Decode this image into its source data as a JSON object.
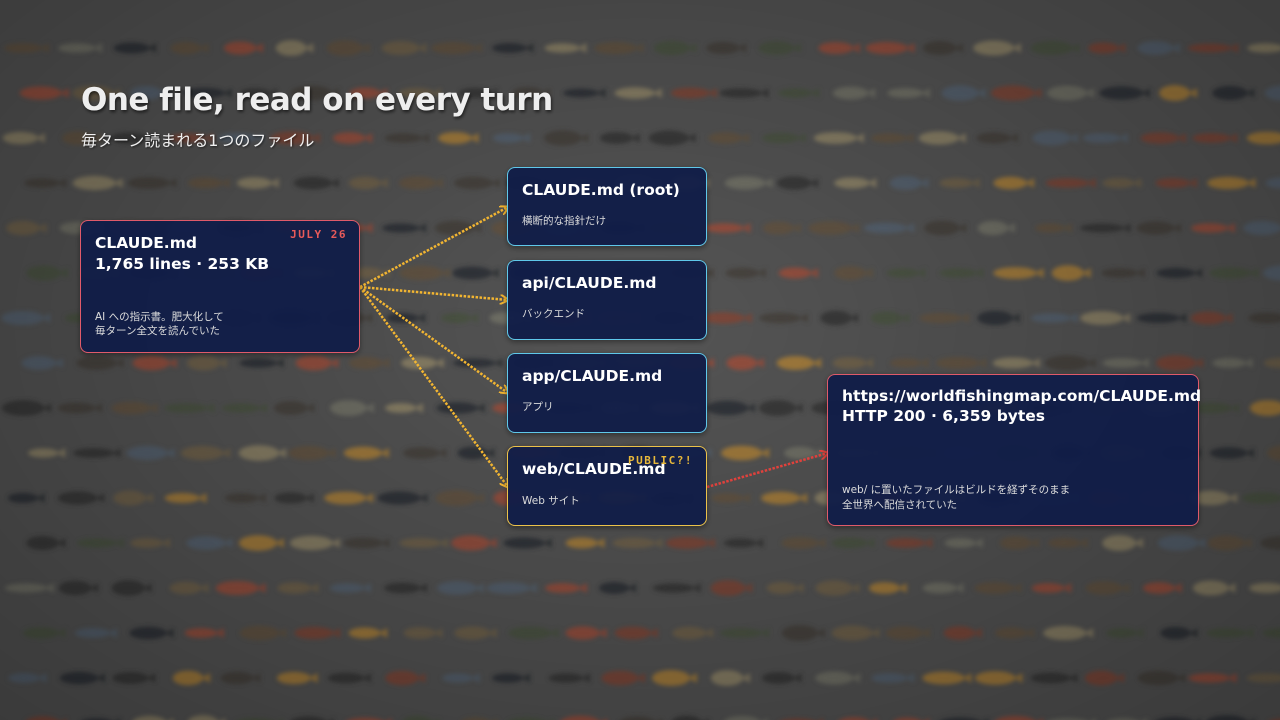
{
  "heading": {
    "title": "One file, read on every turn",
    "subtitle": "毎ターン読まれる1つのファイル"
  },
  "source": {
    "name": "CLAUDE.md",
    "stats": "1,765 lines · 253 KB",
    "date": "JULY 26",
    "desc_line1": "AI への指示書。肥大化して",
    "desc_line2": "毎ターン全文を読んでいた"
  },
  "targets": [
    {
      "name": "CLAUDE.md (root)",
      "desc": "横断的な指針だけ"
    },
    {
      "name": "api/CLAUDE.md",
      "desc": "バックエンド"
    },
    {
      "name": "app/CLAUDE.md",
      "desc": "アプリ"
    },
    {
      "name": "web/CLAUDE.md",
      "desc": "Web サイト",
      "tag": "PUBLIC?!"
    }
  ],
  "exposed": {
    "url": "https://worldfishingmap.com/CLAUDE.md",
    "status": "HTTP 200 · 6,359 bytes",
    "desc_line1": "web/ に置いたファイルはビルドを経ずそのまま",
    "desc_line2": "全世界へ配信されていた"
  },
  "colors": {
    "box_fill": "#101c48",
    "cyan_border": "#5fc8ea",
    "red_border": "#e05a6a",
    "yellow_border": "#ebc24a",
    "arrow_yellow": "#f2b531",
    "arrow_red": "#e0413c",
    "date_red": "#e85a5a",
    "tag_yellow": "#e8b83a"
  }
}
